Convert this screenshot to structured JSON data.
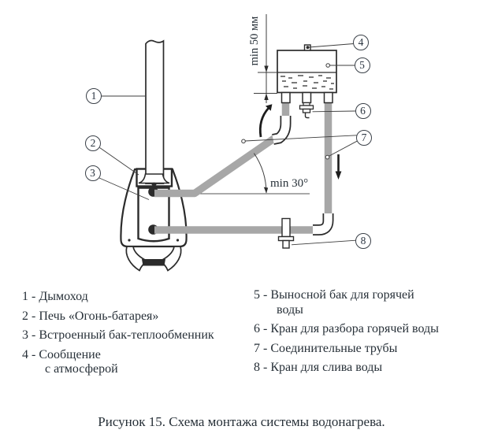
{
  "figure": {
    "dim_label": "min 50 мм",
    "angle_label": "min 30°",
    "callouts": [
      "1",
      "2",
      "3",
      "4",
      "5",
      "6",
      "7",
      "8"
    ]
  },
  "legend": {
    "left": [
      {
        "text": "1 - Дымоход"
      },
      {
        "text": "2 - Печь «Огонь-батарея»"
      },
      {
        "text": "3 - Встроенный бак-теплообменник"
      },
      {
        "text": "4 - Сообщение",
        "text2": "с атмосферой"
      }
    ],
    "right": [
      {
        "text": "5 - Выносной бак для горячей",
        "text2": "воды"
      },
      {
        "text": "6 - Кран для разбора горячей воды"
      },
      {
        "text": "7 - Соединительные трубы"
      },
      {
        "text": "8 - Кран для слива воды"
      }
    ]
  },
  "caption": "Рисунок 15. Схема монтажа системы водонагрева."
}
